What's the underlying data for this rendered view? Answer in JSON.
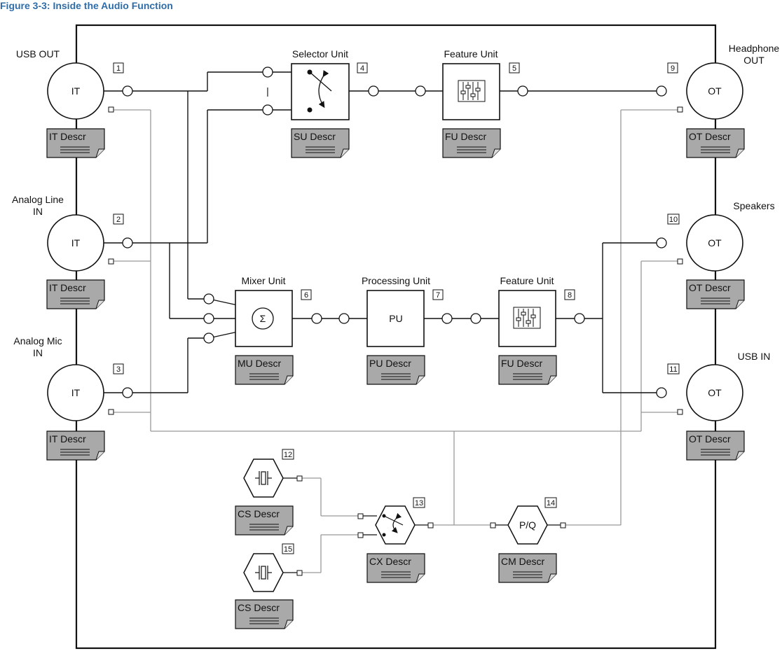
{
  "caption": "Figure 3-3: Inside the Audio Function",
  "external_labels": {
    "usb_out": [
      "USB OUT"
    ],
    "analog_line_in": [
      "Analog Line",
      "IN"
    ],
    "analog_mic_in": [
      "Analog Mic",
      "IN"
    ],
    "headphone_out": [
      "Headphone",
      "OUT"
    ],
    "speakers": [
      "Speakers"
    ],
    "usb_in": [
      "USB IN"
    ]
  },
  "input_terminals": [
    {
      "label": "IT",
      "id": "1",
      "descriptor": "IT Descr"
    },
    {
      "label": "IT",
      "id": "2",
      "descriptor": "IT Descr"
    },
    {
      "label": "IT",
      "id": "3",
      "descriptor": "IT Descr"
    }
  ],
  "output_terminals": [
    {
      "label": "OT",
      "id": "9",
      "descriptor": "OT Descr"
    },
    {
      "label": "OT",
      "id": "10",
      "descriptor": "OT Descr"
    },
    {
      "label": "OT",
      "id": "11",
      "descriptor": "OT Descr"
    }
  ],
  "units": {
    "selector": {
      "title": "Selector Unit",
      "id": "4",
      "descriptor": "SU Descr"
    },
    "feature_top": {
      "title": "Feature Unit",
      "id": "5",
      "descriptor": "FU Descr"
    },
    "mixer": {
      "title": "Mixer Unit",
      "id": "6",
      "descriptor": "MU Descr"
    },
    "processing": {
      "title": "Processing Unit",
      "id": "7",
      "label": "PU",
      "descriptor": "PU Descr"
    },
    "feature_mid": {
      "title": "Feature Unit",
      "id": "8",
      "descriptor": "FU Descr"
    }
  },
  "clock_entities": {
    "cs_top": {
      "id": "12",
      "descriptor": "CS Descr"
    },
    "cs_bottom": {
      "id": "15",
      "descriptor": "CS Descr"
    },
    "clock_selector": {
      "id": "13",
      "descriptor": "CX Descr"
    },
    "clock_multiplier": {
      "id": "14",
      "label": "P/Q",
      "descriptor": "CM Descr"
    }
  },
  "symbols": {
    "mixer_symbol": "Σ",
    "selector_divider": "|"
  }
}
